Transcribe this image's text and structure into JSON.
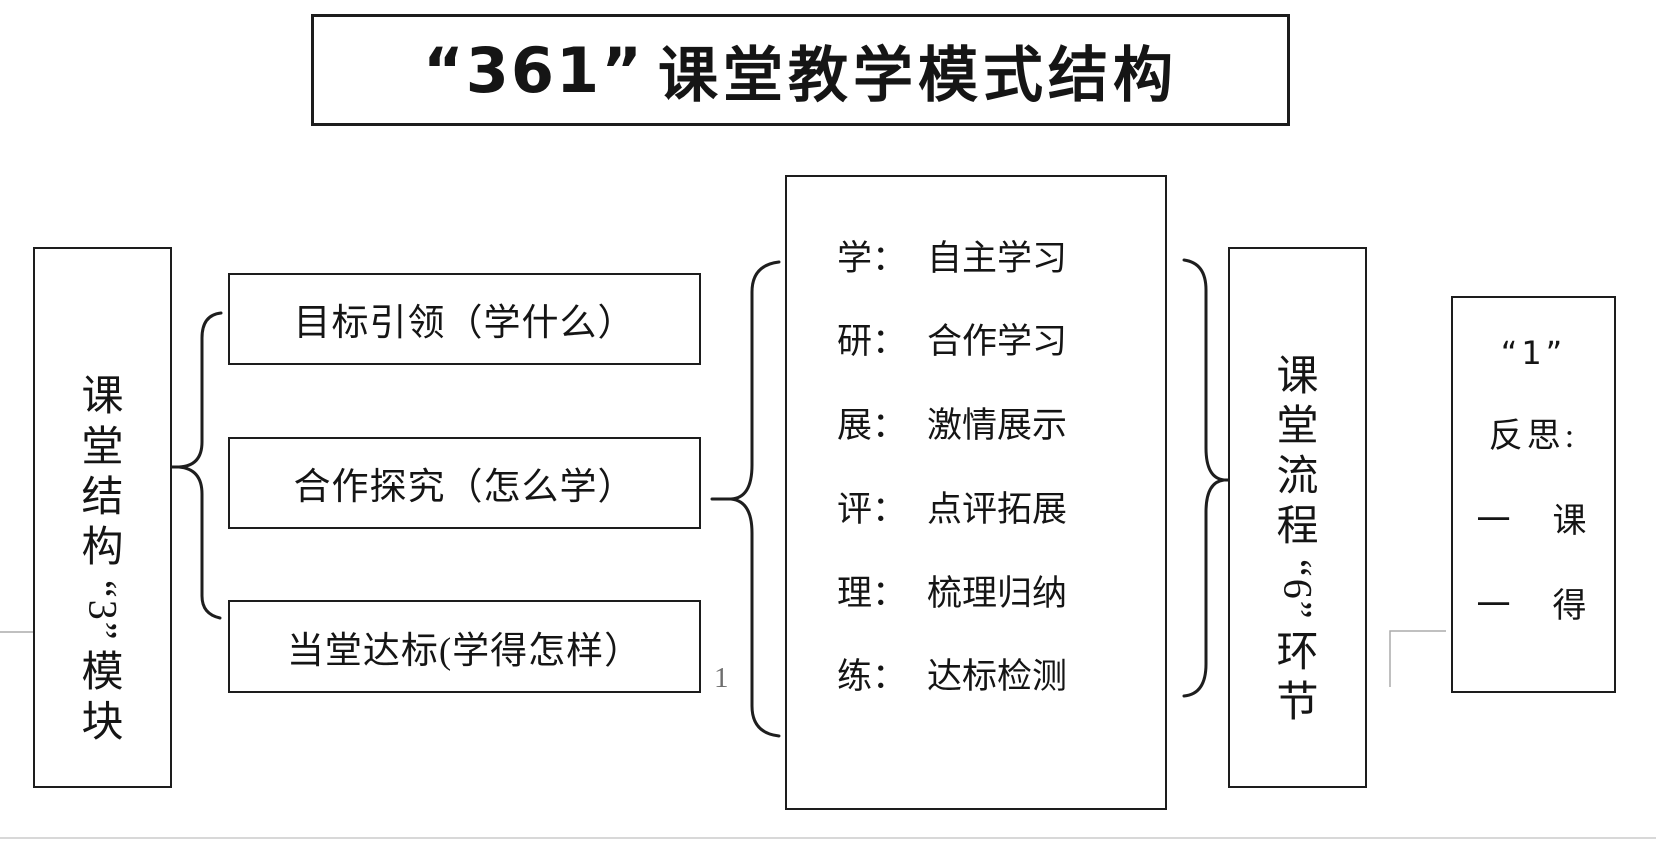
{
  "title": {
    "number": "“361”",
    "text": "课堂教学模式结构"
  },
  "left_module": {
    "vertical_text": "课堂结构“3”模块"
  },
  "structure_boxes": [
    {
      "label": "目标引领（学什么）"
    },
    {
      "label": "合作探究（怎么学）"
    },
    {
      "label": "当堂达标(学得怎样）"
    }
  ],
  "process_box": {
    "items": [
      {
        "label": "学：",
        "desc": "自主学习"
      },
      {
        "label": "研：",
        "desc": "合作学习"
      },
      {
        "label": "展：",
        "desc": "激情展示"
      },
      {
        "label": "评：",
        "desc": "点评拓展"
      },
      {
        "label": "理：",
        "desc": "梳理归纳"
      },
      {
        "label": "练：",
        "desc": "达标检测"
      }
    ]
  },
  "right_module": {
    "vertical_text": "课堂流程“6”环节"
  },
  "reflection_box": {
    "lines": [
      "“1”",
      "反思:",
      "一　课",
      "一　得"
    ]
  },
  "page_number": "1",
  "colors": {
    "border": "#1d1d1d",
    "brace": "#1e1e1e",
    "faint_line": "#ababab",
    "bottom_line": "#d8d8d8",
    "page_number": "#6e6e6e"
  }
}
